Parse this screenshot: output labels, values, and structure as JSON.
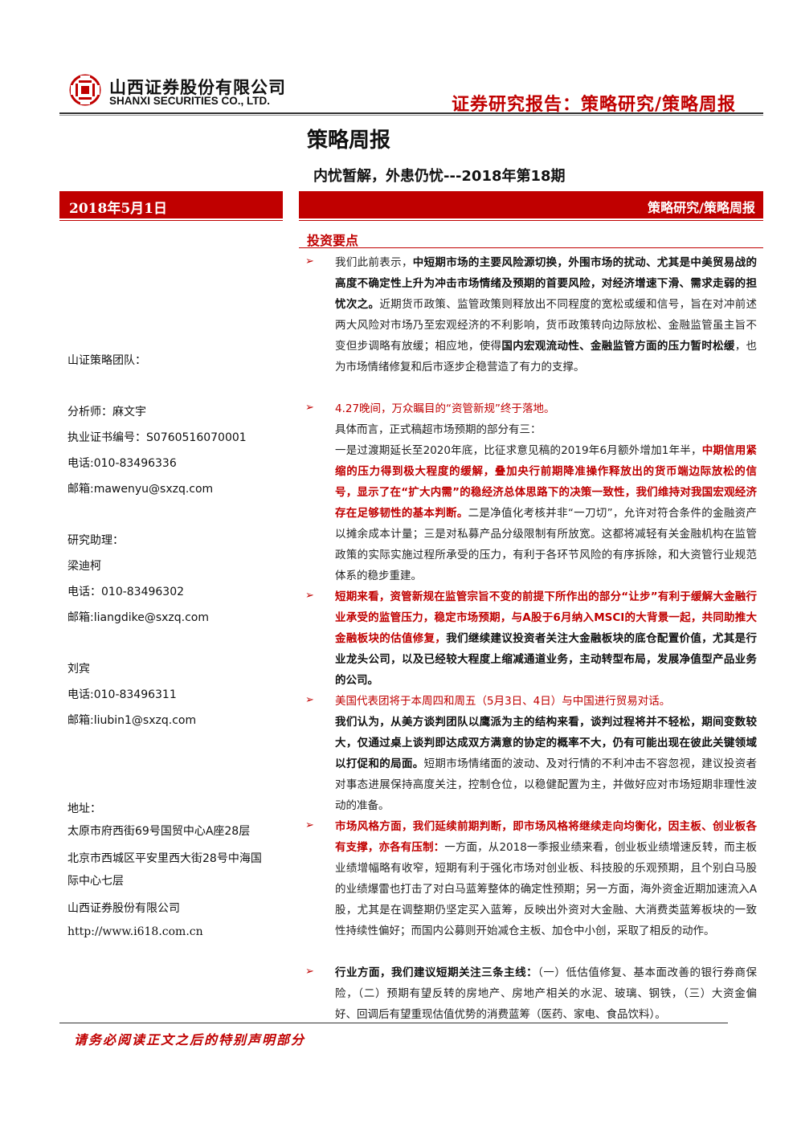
{
  "header": {
    "company_cn": "山西证券股份有限公司",
    "company_en": "SHANXI SECURITIES CO., LTD.",
    "report_type": "证券研究报告：策略研究/策略周报",
    "logo_icon": "shanxi-securities-logo-icon",
    "accent_color": "#c00000"
  },
  "title": "策略周报",
  "subtitle": "内忧暂解，外患仍忧---2018年第18期",
  "date": "2018年5月1日",
  "category": "策略研究/策略周报",
  "sidebar": {
    "team": "山证策略团队：",
    "analyst": "分析师：麻文宇",
    "license": "执业证书编号：S0760516070001",
    "analyst_phone": "电话:010-83496336",
    "analyst_email": "邮箱:mawenyu@sxzq.com",
    "assistant_title": "研究助理：",
    "assistant1_name": "梁迪柯",
    "assistant1_phone": "电话：010-83496302",
    "assistant1_email": "邮箱:liangdike@sxzq.com",
    "assistant2_name": "刘宾",
    "assistant2_phone": "电话:010-83496311",
    "assistant2_email": "邮箱:liubin1@sxzq.com",
    "address_title": "地址：",
    "address1": "太原市府西街69号国贸中心A座28层",
    "address2_line1": "北京市西城区平安里西大街28号中海国",
    "address2_line2": "际中心七层",
    "company": "山西证券股份有限公司",
    "website": "http://www.i618.com.cn"
  },
  "section_title": "投资要点",
  "bullet_glyph": "➢",
  "points": {
    "p1": {
      "a": "我们此前表示，",
      "b": "中短期市场的主要风险源切换，外围市场的扰动、尤其是中美贸易战的高度不确定性上升为冲击市场情绪及预期的首要风险，对经济增速下滑、需求走弱的担忧次之。",
      "c": "近期货币政策、监管政策则释放出不同程度的宽松或缓和信号，旨在对冲前述两大风险对市场乃至宏观经济的不利影响，货币政策转向边际放松、金融监管虽主旨不变但步调略有放缓；相应地，使得",
      "d": "国内宏观流动性、金融监管方面的压力暂时松缓",
      "e": "，也为市场情绪修复和后市逐步企稳营造了有力的支撑。"
    },
    "p2": {
      "head": "4.27晚间，万众瞩目的“资管新规”终于落地。",
      "l1": "具体而言，正式稿超市场预期的部分有三：",
      "a": "一是过渡期延长至2020年底，比征求意见稿的2019年6月额外增加1年半，",
      "b": "中期信用紧缩的压力得到极大程度的缓解，叠加央行前期降准操作释放出的货币端边际放松的信号，显示了在“扩大内需”的稳经济总体思路下的决策一致性，我们维持对我国宏观经济存在足够韧性的基本判断。",
      "c": "二是净值化考核并非“一刀切”，允许对符合条件的金融资产以摊余成本计量；三是对私募产品分级限制有所放宽。这都将减轻有关金融机构在监管政策的实际实施过程所承受的压力，有利于各环节风险的有序拆除，和大资管行业规范体系的稳步重建。"
    },
    "p3": {
      "a": "短期来看，资管新规在监管宗旨不变的前提下所作出的部分“让步”有利于缓解大金融行业承受的监管压力，稳定市场预期，与A股于6月纳入MSCI的大背景一起，共同助推大金融板块的估值修复，",
      "b": "我们继续建议投资者关注大金融板块的底仓配置价值，尤其是行业龙头公司，以及已经较大程度上缩减通道业务，主动转型布局，发展净值型产品业务的公司。"
    },
    "p4": {
      "head": "美国代表团将于本周四和周五（5月3日、4日）与中国进行贸易对话。",
      "a": "我们认为，从美方谈判团队以鹰派为主的结构来看，谈判过程将并不轻松，期间变数较大，仅通过桌上谈判即达成双方满意的协定的概率不大，仍有可能出现在彼此关键领域以打促和的局面。",
      "b": "短期市场情绪面的波动、及对行情的不利冲击不容忽视，建议投资者对事态进展保持高度关注，控制仓位，以稳健配置为主，并做好应对市场短期非理性波动的准备。"
    },
    "p5": {
      "a": "市场风格方面，我们延续前期判断，即市场风格将继续走向均衡化，因主板、创业板各有支撑，亦各有压制：",
      "b": "一方面，从2018一季报业绩来看，创业板业绩增速反转，而主板业绩增幅略有收窄，短期有利于强化市场对创业板、科技股的乐观预期，且个别白马股的业绩爆雷也打击了对白马蓝筹整体的确定性预期；另一方面，海外资金近期加速流入A股，尤其是在调整期仍坚定买入蓝筹，反映出外资对大金融、大消费类蓝筹板块的一致性持续性偏好；而国内公募则开始减仓主板、加仓中小创，采取了相反的动作。"
    },
    "p6": {
      "a": "行业方面，我们建议短期关注三条主线：",
      "b": "（一）低估值修复、基本面改善的银行券商保险，（二）预期有望反转的房地产、房地产相关的水泥、玻璃、钢铁，（三）大资金偏好、回调后有望重现估值优势的消费蓝筹（医药、家电、食品饮料）。"
    }
  },
  "footer": "请务必阅读正文之后的特别声明部分"
}
